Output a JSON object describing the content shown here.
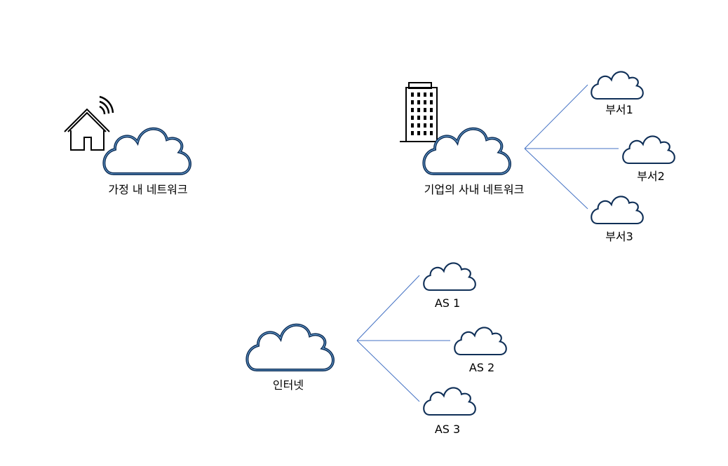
{
  "diagram": {
    "home_network": {
      "label": "가정 내 네트워크"
    },
    "corporate_network": {
      "label": "기업의 사내 네트워크",
      "departments": [
        {
          "label": "부서1"
        },
        {
          "label": "부서2"
        },
        {
          "label": "부서3"
        }
      ]
    },
    "internet": {
      "label": "인터넷",
      "autonomous_systems": [
        {
          "label": "AS 1"
        },
        {
          "label": "AS 2"
        },
        {
          "label": "AS 3"
        }
      ]
    },
    "colors": {
      "cloud_outline_outer": "#0f2f57",
      "cloud_outline_inner": "#6fa8dc",
      "connector": "#4472c4",
      "icon": "#000000"
    }
  }
}
